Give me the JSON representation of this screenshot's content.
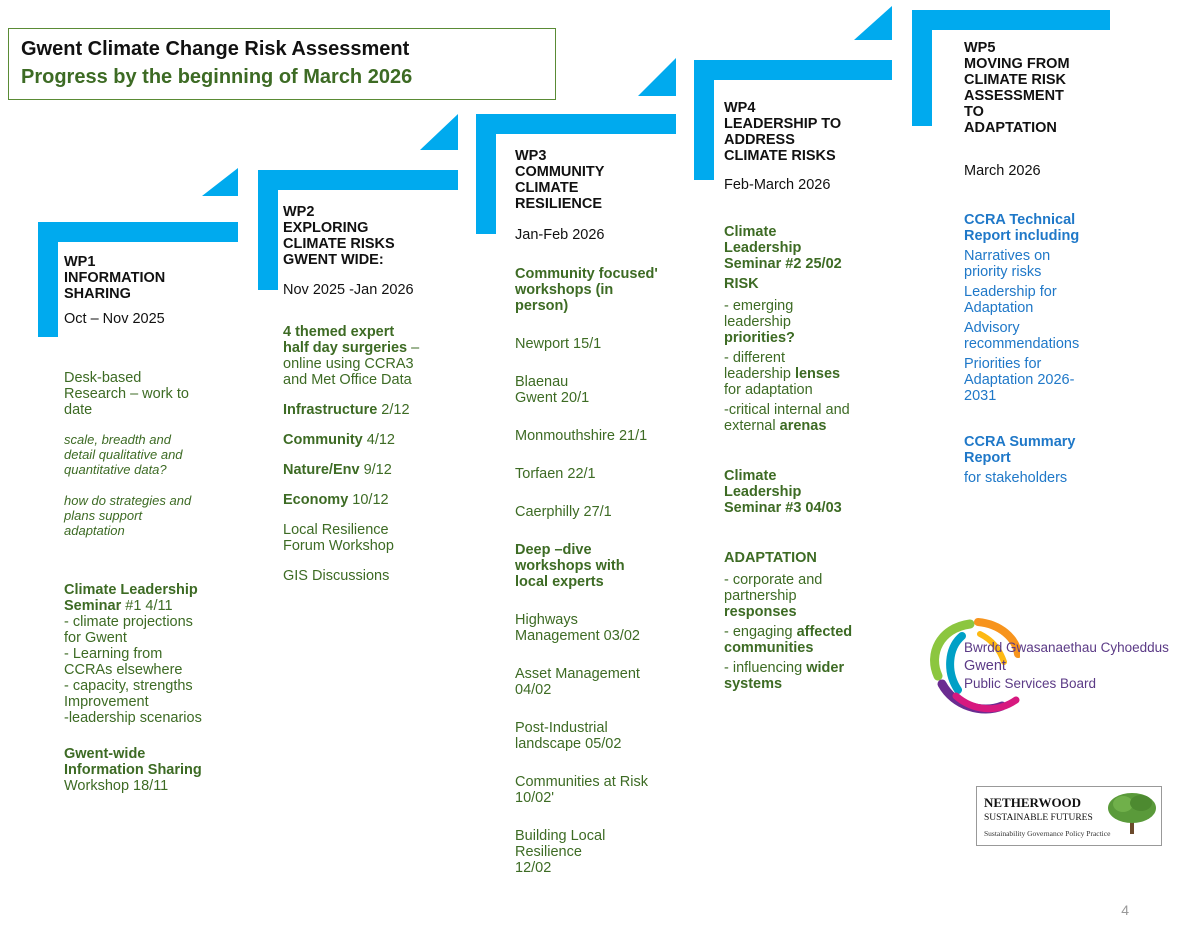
{
  "title": {
    "line1": "Gwent Climate Change Risk Assessment",
    "line2": "Progress by the beginning of March 2026"
  },
  "colors": {
    "step_blue": "#00aaee",
    "green": "#3d6b24",
    "blue_text": "#1f78c8",
    "border_green": "#5a8b35"
  },
  "wp1": {
    "head": "WP1\nINFORMATION\nSHARING",
    "date": "Oct – Nov 2025",
    "p1": "Desk-based\nResearch – work to\ndate",
    "i1": "scale, breadth and\ndetail qualitative and\nquantitative data?",
    "i2": "how do strategies and\nplans support\nadaptation",
    "s1_b": "Climate Leadership\nSeminar",
    "s1_r": " #1 4/11",
    "s1_lines": "- climate projections\nfor Gwent\n- Learning from\nCCRAs elsewhere\n- capacity, strengths\nImprovement\n-leadership scenarios",
    "s2_b": "Gwent-wide\nInformation Sharing",
    "s2_r": "Workshop 18/11"
  },
  "wp2": {
    "head": "WP2\nEXPLORING\nCLIMATE RISKS\nGWENT WIDE:",
    "date": "Nov 2025 -Jan 2026",
    "p1_b": "4 themed expert\nhalf day surgeries",
    "p1_r": " –\nonline using CCRA3\nand Met Office Data",
    "r1_b": "Infrastructure",
    "r1_r": " 2/12",
    "r2_b": "Community",
    "r2_r": " 4/12",
    "r3_b": "Nature/Env",
    "r3_r": " 9/12",
    "r4_b": "Economy",
    "r4_r": " 10/12",
    "p2": "Local Resilience\nForum Workshop",
    "p3": "GIS Discussions"
  },
  "wp3": {
    "head": "WP3\nCOMMUNITY\nCLIMATE\nRESILIENCE",
    "date": "Jan-Feb 2026",
    "h1": "Community focused'\nworkshops (in\nperson)",
    "items1": [
      "Newport 15/1",
      "Blaenau\nGwent 20/1",
      "Monmouthshire 21/1",
      "Torfaen 22/1",
      "Caerphilly 27/1"
    ],
    "h2": "Deep –dive\nworkshops with\nlocal experts",
    "items2": [
      "Highways\nManagement 03/02",
      "Asset Management\n04/02",
      "Post-Industrial\nlandscape 05/02",
      "Communities at Risk\n10/02'",
      "Building Local\nResilience\n12/02"
    ]
  },
  "wp4": {
    "head": "WP4\nLEADERSHIP TO\nADDRESS\nCLIMATE RISKS",
    "date": "Feb-March 2026",
    "s1": "Climate\nLeadership\nSeminar #2 25/02",
    "risk": "RISK",
    "r1a": "- emerging\nleadership\n",
    "r1b": "priorities?",
    "r2a": "- different\nleadership ",
    "r2b": "lenses",
    "r2c": "\nfor adaptation",
    "r3a": "-critical internal and\nexternal ",
    "r3b": "arenas",
    "s2": "Climate\nLeadership\nSeminar #3   04/03",
    "adapt": "ADAPTATION",
    "a1a": "- corporate and\npartnership\n",
    "a1b": "responses",
    "a2a": "- engaging ",
    "a2b": "affected\ncommunities",
    "a3a": "- influencing ",
    "a3b": "wider\nsystems"
  },
  "wp5": {
    "head": "WP5\nMOVING FROM\nCLIMATE RISK\nASSESSMENT\nTO\nADAPTATION",
    "date": "March 2026",
    "h1": "CCRA Technical\nReport including",
    "items": [
      "Narratives on\npriority risks",
      "Leadership for\nAdaptation",
      "Advisory\nrecommendations",
      "Priorities for\nAdaptation 2026-\n2031"
    ],
    "h2": "CCRA Summary\nReport",
    "h2_sub": "for stakeholders"
  },
  "logos": {
    "psb_line1": "Bwrdd Gwasanaethau Cyhoeddus",
    "psb_line2": "Gwent",
    "psb_line3": "Public Services Board",
    "nw_line1": "NETHERWOOD",
    "nw_line2": "SUSTAINABLE FUTURES",
    "nw_line3": "Sustainability   Governance   Policy   Practice"
  },
  "page_number": "4"
}
